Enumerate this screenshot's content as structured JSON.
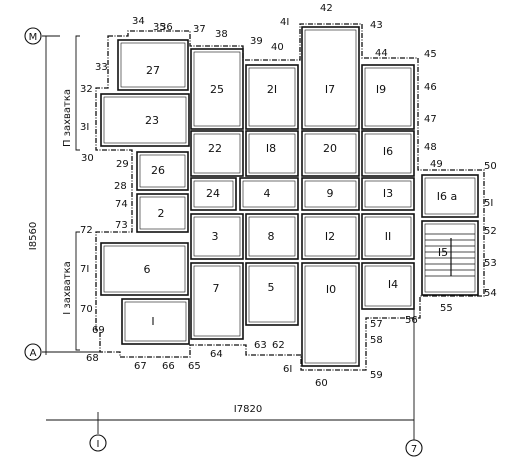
{
  "rooms": [
    {
      "label": "27"
    },
    {
      "label": "25"
    },
    {
      "label": "2I"
    },
    {
      "label": "I7"
    },
    {
      "label": "I9"
    },
    {
      "label": "23"
    },
    {
      "label": "22"
    },
    {
      "label": "I8"
    },
    {
      "label": "20"
    },
    {
      "label": "I6"
    },
    {
      "label": "26"
    },
    {
      "label": "24"
    },
    {
      "label": "4"
    },
    {
      "label": "9"
    },
    {
      "label": "I3"
    },
    {
      "label": "I6 a"
    },
    {
      "label": "2"
    },
    {
      "label": "3"
    },
    {
      "label": "8"
    },
    {
      "label": "I2"
    },
    {
      "label": "II"
    },
    {
      "label": "I5"
    },
    {
      "label": "6"
    },
    {
      "label": "7"
    },
    {
      "label": "5"
    },
    {
      "label": "I0"
    },
    {
      "label": "I4"
    },
    {
      "label": "I"
    }
  ],
  "perimeter_numbers": [
    "34",
    "35",
    "36",
    "37",
    "38",
    "39",
    "40",
    "4I",
    "42",
    "43",
    "44",
    "45",
    "46",
    "47",
    "48",
    "49",
    "50",
    "5I",
    "52",
    "53",
    "54",
    "55",
    "56",
    "57",
    "58",
    "59",
    "60",
    "6I",
    "62",
    "63",
    "64",
    "65",
    "66",
    "67",
    "68",
    "69",
    "70",
    "7I",
    "72",
    "73",
    "74",
    "28",
    "29",
    "30",
    "3I",
    "32",
    "33"
  ],
  "axes": {
    "top_left_marker": "M",
    "bottom_left_marker": "A",
    "bottom_left_column": "I",
    "bottom_right_column": "7"
  },
  "dimensions": {
    "vertical": "I8560",
    "horizontal": "I7820"
  },
  "stages": {
    "upper": "П захватка",
    "lower": "I захватка"
  }
}
